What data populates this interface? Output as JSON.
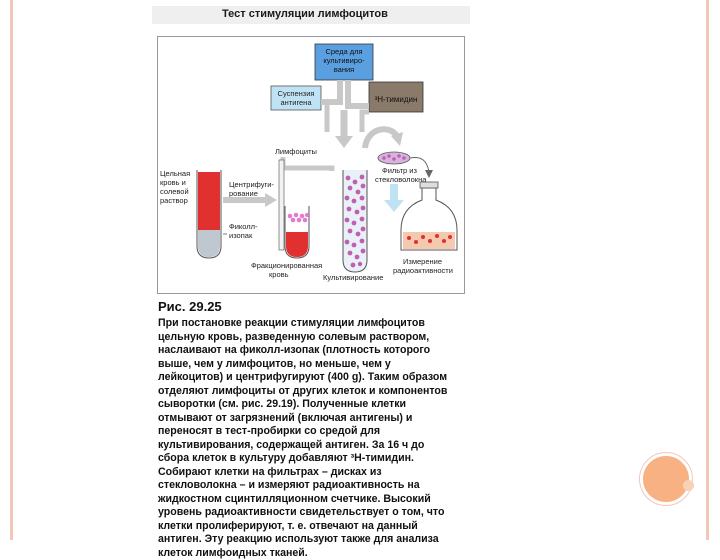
{
  "slide": {
    "title": "Тест стимуляции лимфоцитов",
    "figure_label": "Рис. 29.25",
    "caption": "При постановке реакции стимуляции лимфоцитов цельную кровь, разведенную солевым раствором, наслаивают на фиколл-изопак (плотность которого выше, чем у лимфоцитов, но меньше, чем у лейкоцитов) и центрифугируют (400 g). Таким образом отделяют лимфоциты от других клеток и компонентов сыворотки (см. рис. 29.19). Полученные клетки отмывают от загрязнений (включая антигены) и переносят в тест-пробирки со средой для культивирования, содержащей антиген. За 16 ч до сбора клеток в культуру добавляют ³Н-тимидин. Собирают клетки на фильтрах – дисках из стекловолокна – и измеряют радиоактивность на жидкостном сцинтилляционном счетчике. Высокий уровень радиоактивности свидетельствует о том, что клетки пролиферируют, т. е. отвечают на данный антиген. Эту реакцию используют также для анализа клеток лимфоидных тканей."
  },
  "diagram": {
    "medium_box": [
      "Среда для",
      "культивиро-",
      "вания"
    ],
    "antigen_box": [
      "Суспензия",
      "антигена"
    ],
    "thymidine_box": "³Н-тимидин",
    "lymphocytes": "Лимфоциты",
    "whole_blood": [
      "Цельная",
      "кровь и",
      "солевой",
      "раствор"
    ],
    "centrifugation": [
      "Центрифуги-",
      "рование"
    ],
    "ficoll": [
      "Фиколл-",
      "изопак"
    ],
    "fractionated": [
      "Фракционированная",
      "кровь"
    ],
    "cultivation": "Культивирование",
    "filter": [
      "Фильтр из",
      "стекловолокна"
    ],
    "measure": [
      "Измерение",
      "радиоактивности"
    ]
  },
  "colors": {
    "medium": "#5aa0e0",
    "antigen": "#bfe3f5",
    "thymidine": "#8a7a6a",
    "blood": "#e03030",
    "cells": "#c060b0",
    "arrow": "#c8c8c8"
  }
}
